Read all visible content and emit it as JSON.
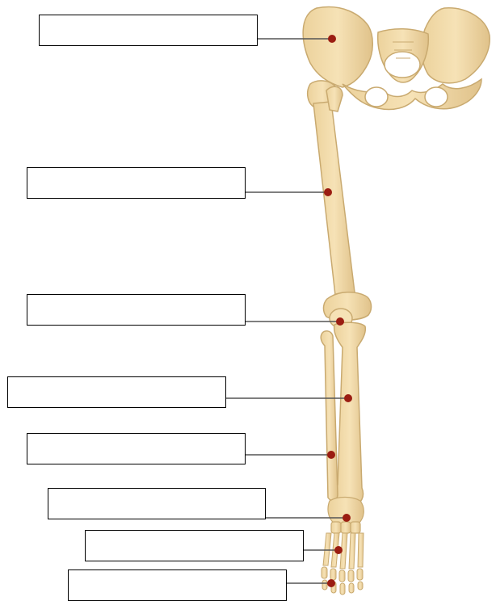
{
  "diagram": {
    "bone_color": "#f0d8a4",
    "bone_outline": "#c9aa70",
    "bone_shade": "#ddc08a",
    "marker_color": "#9b1d12",
    "leader_color": "#555555",
    "labels": [
      {
        "id": "pelvis",
        "text": ""
      },
      {
        "id": "femur",
        "text": ""
      },
      {
        "id": "patella",
        "text": ""
      },
      {
        "id": "tibia",
        "text": ""
      },
      {
        "id": "fibula",
        "text": ""
      },
      {
        "id": "tarsals",
        "text": ""
      },
      {
        "id": "metatarsals",
        "text": ""
      },
      {
        "id": "phalanges",
        "text": ""
      }
    ]
  }
}
